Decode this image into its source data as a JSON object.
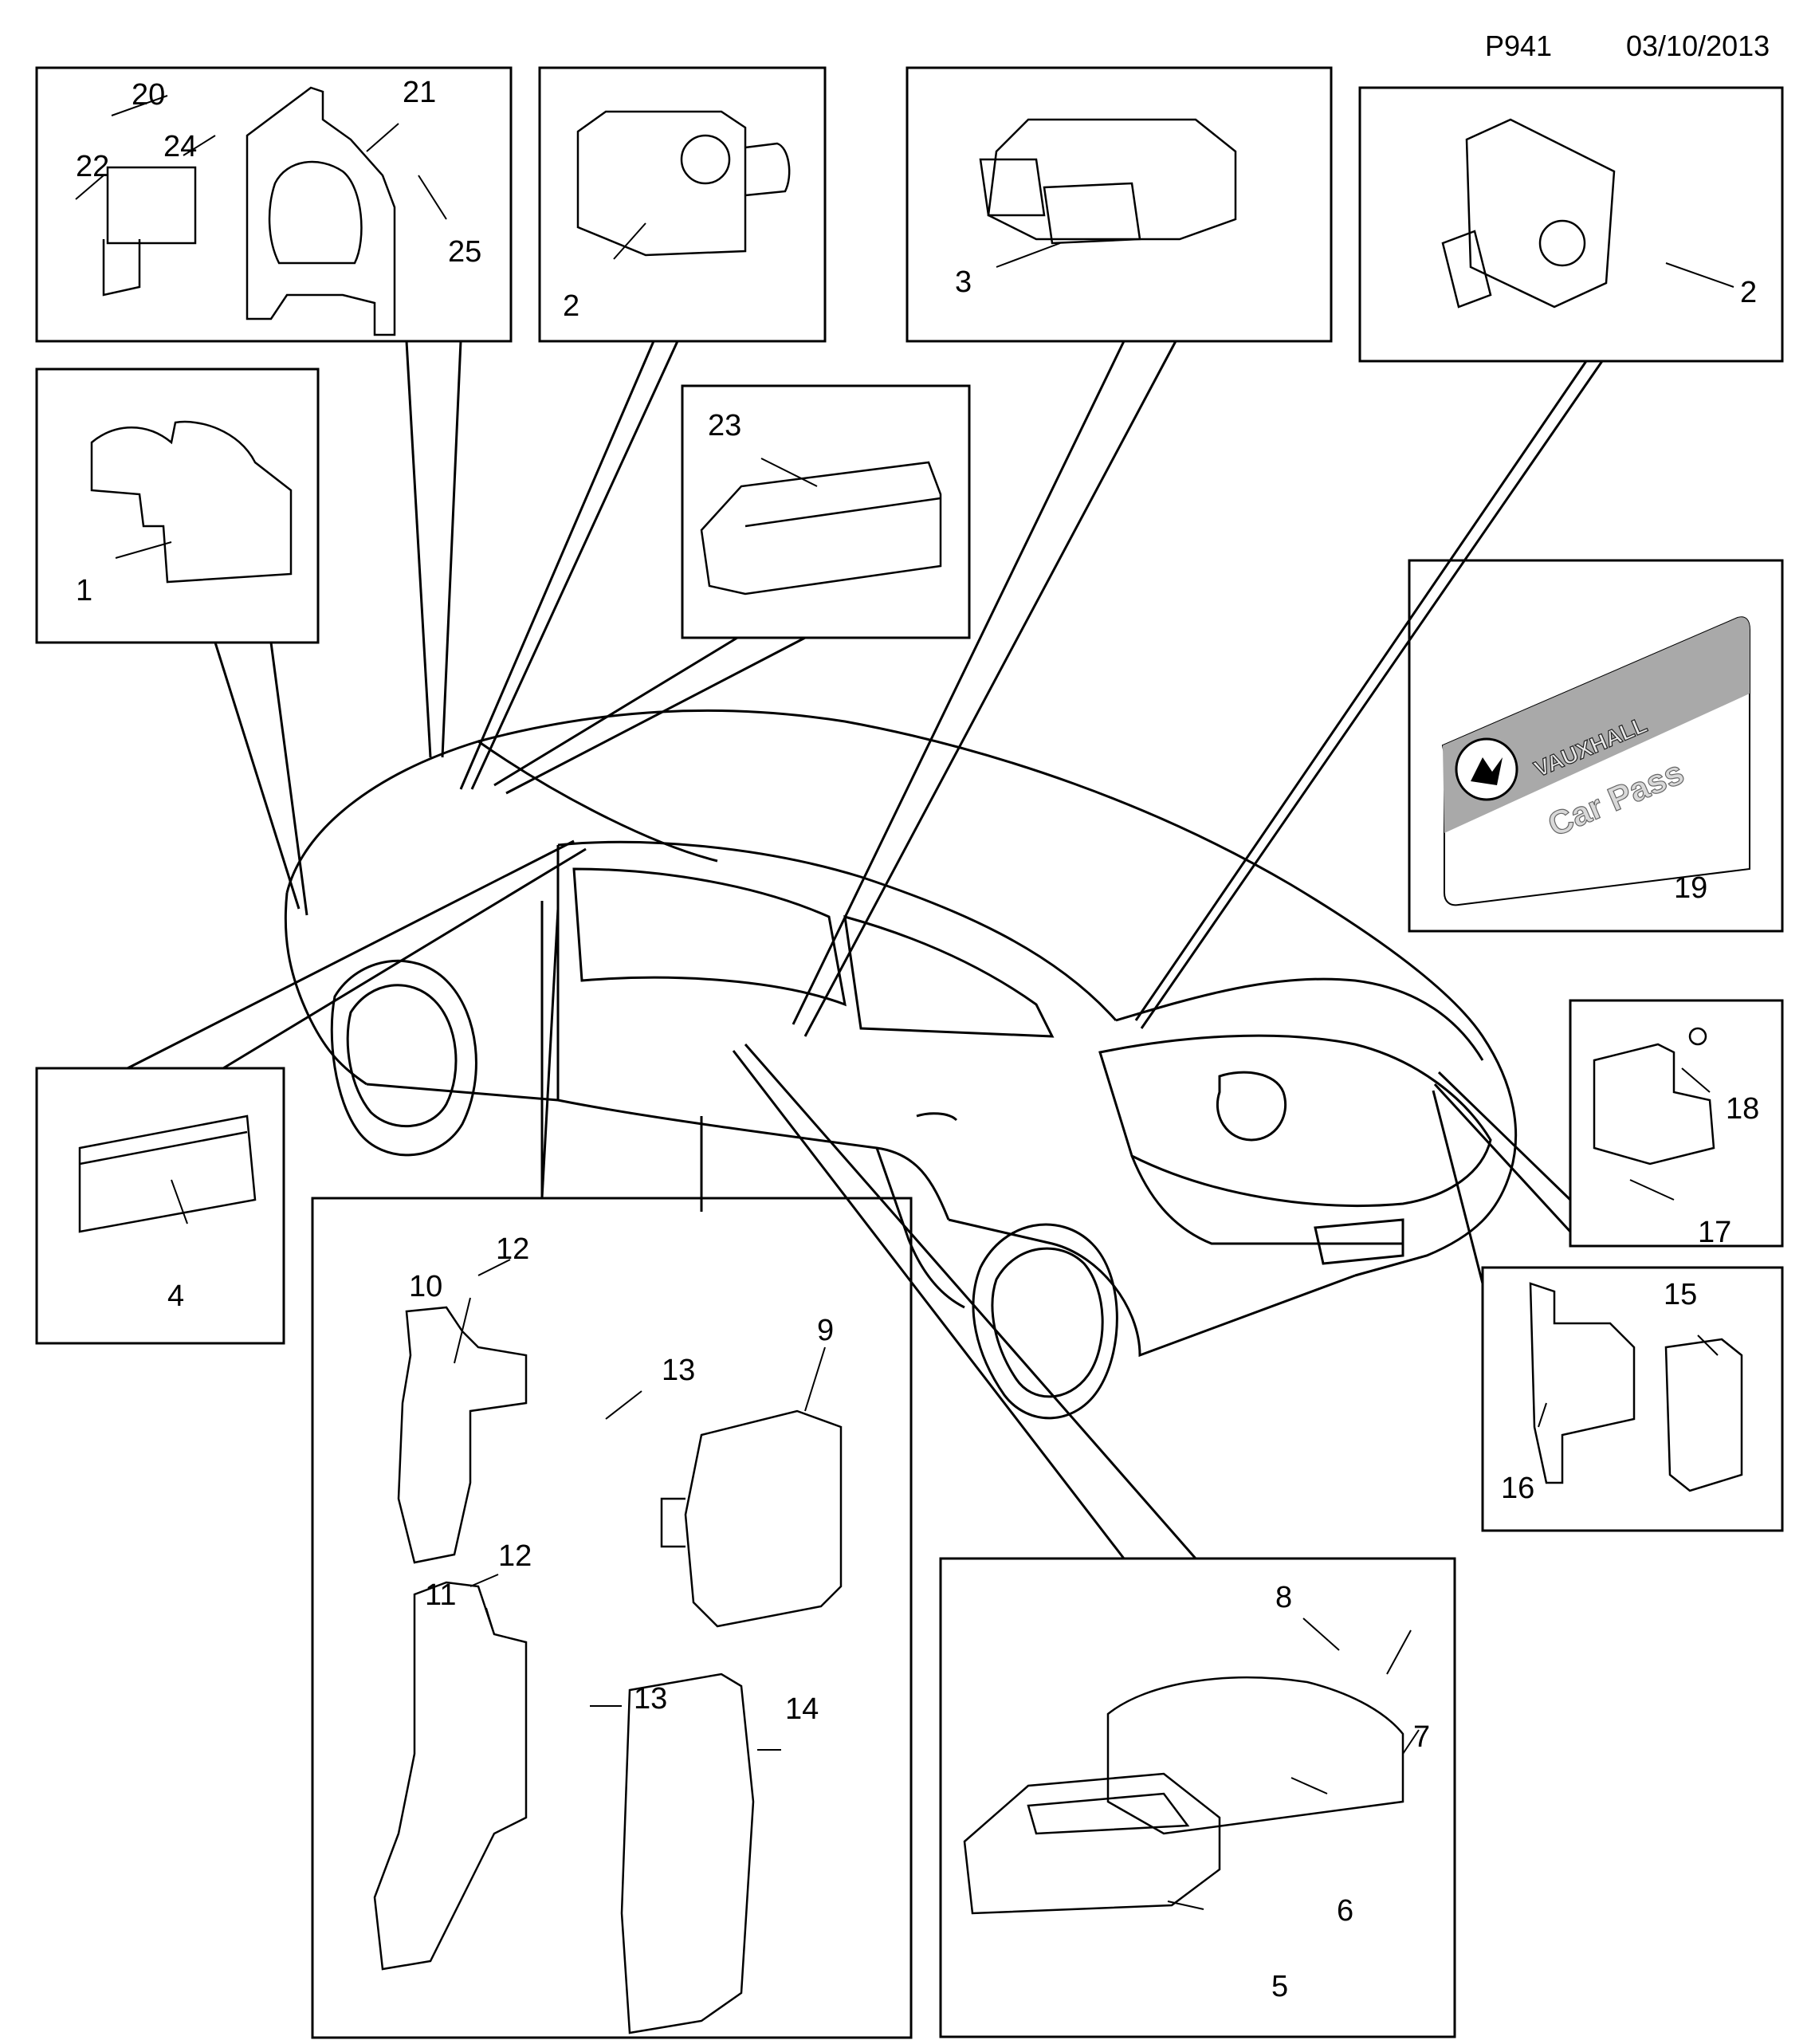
{
  "header": {
    "page_code": "P941",
    "date": "03/10/2013"
  },
  "callouts": {
    "c1": "1",
    "c2a": "2",
    "c2b": "2",
    "c3": "3",
    "c4": "4",
    "c5": "5",
    "c6": "6",
    "c7": "7",
    "c8": "8",
    "c9": "9",
    "c10": "10",
    "c11": "11",
    "c12a": "12",
    "c12b": "12",
    "c13a": "13",
    "c13b": "13",
    "c14": "14",
    "c15": "15",
    "c16": "16",
    "c17": "17",
    "c18": "18",
    "c19": "19",
    "c20": "20",
    "c21": "21",
    "c22": "22",
    "c23": "23",
    "c24": "24",
    "c25": "25"
  },
  "card": {
    "brand": "VAUXHALL",
    "product": "Car Pass"
  }
}
